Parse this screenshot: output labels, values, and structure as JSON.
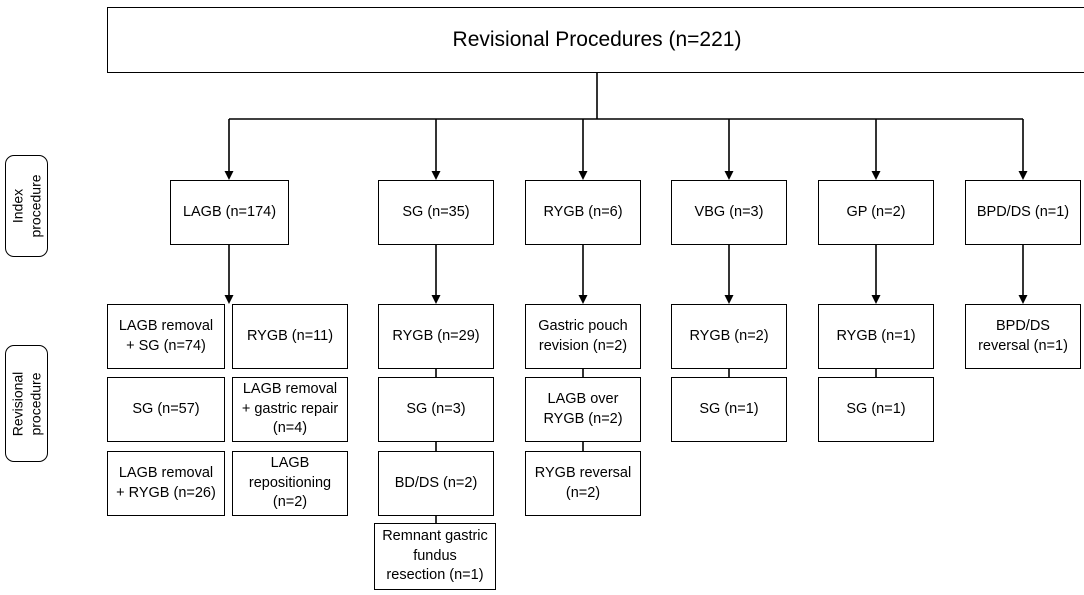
{
  "root": {
    "label": "Revisional Procedures (n=221)"
  },
  "side_labels": {
    "index": "Index\nprocedure",
    "revisional": "Revisional\nprocedure"
  },
  "index_procedures": [
    {
      "id": "lagb",
      "label": "LAGB (n=174)"
    },
    {
      "id": "sg",
      "label": "SG (n=35)"
    },
    {
      "id": "rygb",
      "label": "RYGB (n=6)"
    },
    {
      "id": "vbg",
      "label": "VBG (n=3)"
    },
    {
      "id": "gp",
      "label": "GP (n=2)"
    },
    {
      "id": "bpdds",
      "label": "BPD/DS (n=1)"
    }
  ],
  "revisional_procedures": {
    "lagb": [
      "LAGB removal\n+ SG (n=74)",
      "RYGB (n=11)",
      "SG (n=57)",
      "LAGB removal\n+ gastric repair\n(n=4)",
      "LAGB removal\n+ RYGB (n=26)",
      "LAGB\nrepositioning\n(n=2)"
    ],
    "sg": [
      "RYGB (n=29)",
      "SG (n=3)",
      "BD/DS (n=2)",
      "Remnant gastric\nfundus\nresection (n=1)"
    ],
    "rygb": [
      "Gastric pouch\nrevision (n=2)",
      "LAGB over\nRYGB (n=2)",
      "RYGB reversal\n(n=2)"
    ],
    "vbg": [
      "RYGB (n=2)",
      "SG (n=1)"
    ],
    "gp": [
      "RYGB (n=1)",
      "SG (n=1)"
    ],
    "bpdds": [
      "BPD/DS\nreversal (n=1)"
    ]
  }
}
